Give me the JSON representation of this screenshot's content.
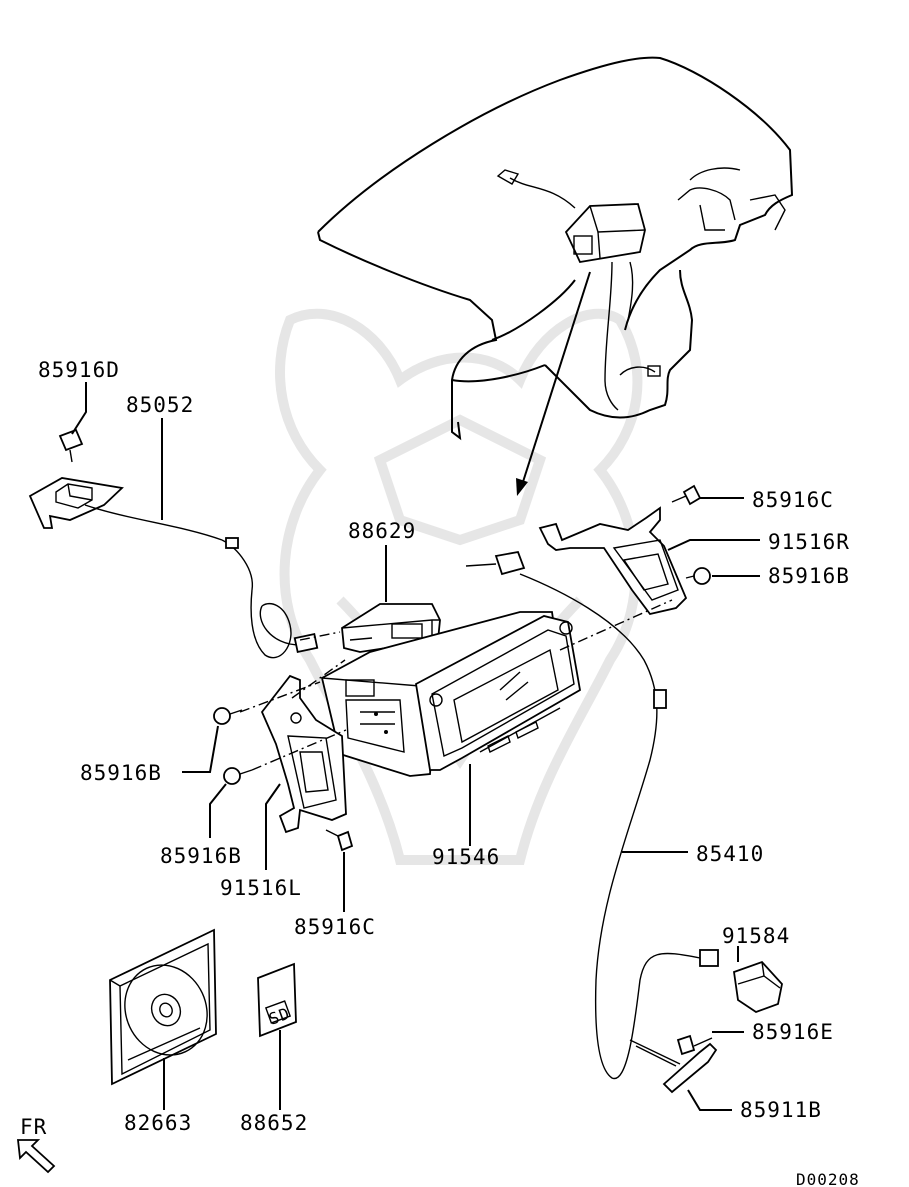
{
  "labels": {
    "p85916D": "85916D",
    "p85052": "85052",
    "p88629": "88629",
    "p85916C_top": "85916C",
    "p91516R": "91516R",
    "p85916B_right": "85916B",
    "p85916B_left1": "85916B",
    "p85916B_left2": "85916B",
    "p91516L": "91516L",
    "p85916C_bottom": "85916C",
    "p91546": "91546",
    "p85410": "85410",
    "p91584": "91584",
    "p85916E": "85916E",
    "p85911B": "85911B",
    "p82663": "82663",
    "p88652": "88652",
    "sd_text": "SD",
    "fr": "FR",
    "code": "D00208"
  },
  "colors": {
    "ink": "#000000",
    "watermark": "#e6e6e6",
    "background": "#ffffff"
  }
}
